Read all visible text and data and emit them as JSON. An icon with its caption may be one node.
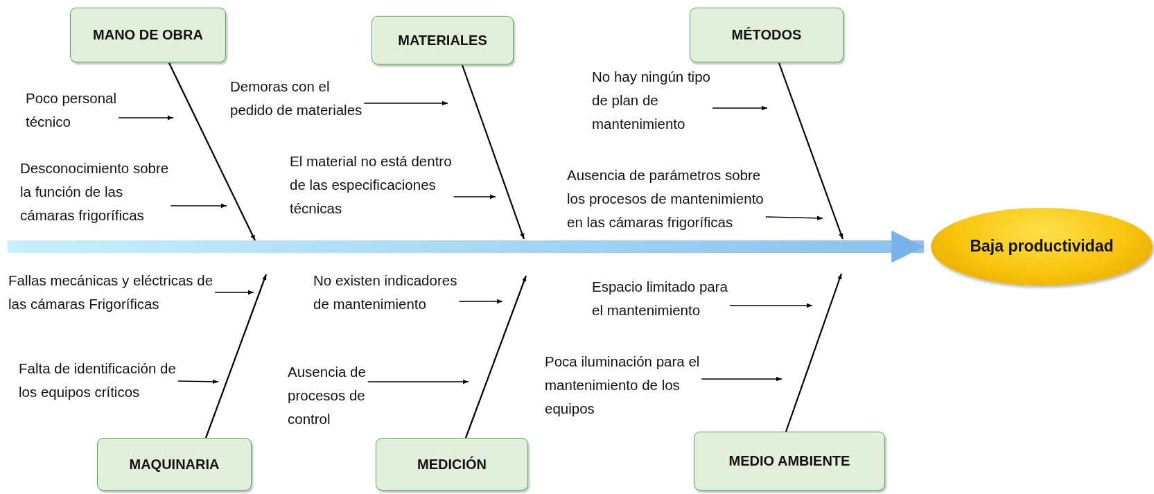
{
  "diagram": {
    "nodes": [
      {
        "text": [
          "MANO DE OBRA"
        ]
      },
      {
        "text": [
          "MATERIALES"
        ]
      },
      {
        "text": [
          "MÉTODOS"
        ]
      },
      {
        "text": [
          "Baja productividad"
        ]
      },
      {
        "text": [
          "MAQUINARIA"
        ]
      },
      {
        "text": [
          "MEDICIÓN"
        ]
      },
      {
        "text": [
          "MEDIO AMBIENTE"
        ]
      },
      {
        "text": [
          "Poco personal técnico"
        ]
      },
      {
        "text": [
          "Desconocimiento sobre la función de las cámaras frigoríficas"
        ]
      },
      {
        "text": [
          "Demoras con el pedido de materiales"
        ]
      },
      {
        "text": [
          "El material no está dentro de las especificaciones técnicas"
        ]
      },
      {
        "text": [
          "No hay ningún tipo de plan de mantenimiento"
        ]
      },
      {
        "text": [
          "Ausencia de parámetros sobre los procesos de mantenimiento en las cámaras frigoríficas"
        ]
      },
      {
        "text": [
          "Fallas mecánicas y eléctricas de las cámaras Frigoríficas"
        ]
      },
      {
        "text": [
          "Falta de identificación de los equipos críticos"
        ]
      },
      {
        "text": [
          "No existen indicadores de mantenimiento"
        ]
      },
      {
        "text": [
          "Ausencia de procesos de control"
        ]
      },
      {
        "text": [
          "Espacio limitado para el mantenimiento"
        ]
      },
      {
        "text": [
          "Poca iluminación para el mantenimiento de los equipos"
        ]
      }
    ],
    "edges": [
      {
        "from": null,
        "to": 3,
        "arrow": "to",
        "style": "thick",
        "color": "#8cc4ef"
      },
      {
        "from": 0,
        "to": null,
        "arrow": "to"
      },
      {
        "from": 1,
        "to": null,
        "arrow": "to"
      },
      {
        "from": 2,
        "to": null,
        "arrow": "to"
      },
      {
        "from": 4,
        "to": null,
        "arrow": "to"
      },
      {
        "from": 5,
        "to": null,
        "arrow": "to"
      },
      {
        "from": 6,
        "to": null,
        "arrow": "to"
      },
      {
        "from": 7,
        "to": null,
        "arrow": "to"
      },
      {
        "from": 8,
        "to": null,
        "arrow": "to"
      },
      {
        "from": 9,
        "to": null,
        "arrow": "to"
      },
      {
        "from": 10,
        "to": null,
        "arrow": "to"
      },
      {
        "from": 11,
        "to": null,
        "arrow": "to"
      },
      {
        "from": 12,
        "to": null,
        "arrow": "to"
      },
      {
        "from": 13,
        "to": null,
        "arrow": "to"
      },
      {
        "from": 14,
        "to": null,
        "arrow": "to"
      },
      {
        "from": 15,
        "to": null,
        "arrow": "to"
      },
      {
        "from": 16,
        "to": null,
        "arrow": "to"
      },
      {
        "from": 17,
        "to": null,
        "arrow": "to"
      },
      {
        "from": 18,
        "to": null,
        "arrow": "to"
      }
    ]
  }
}
